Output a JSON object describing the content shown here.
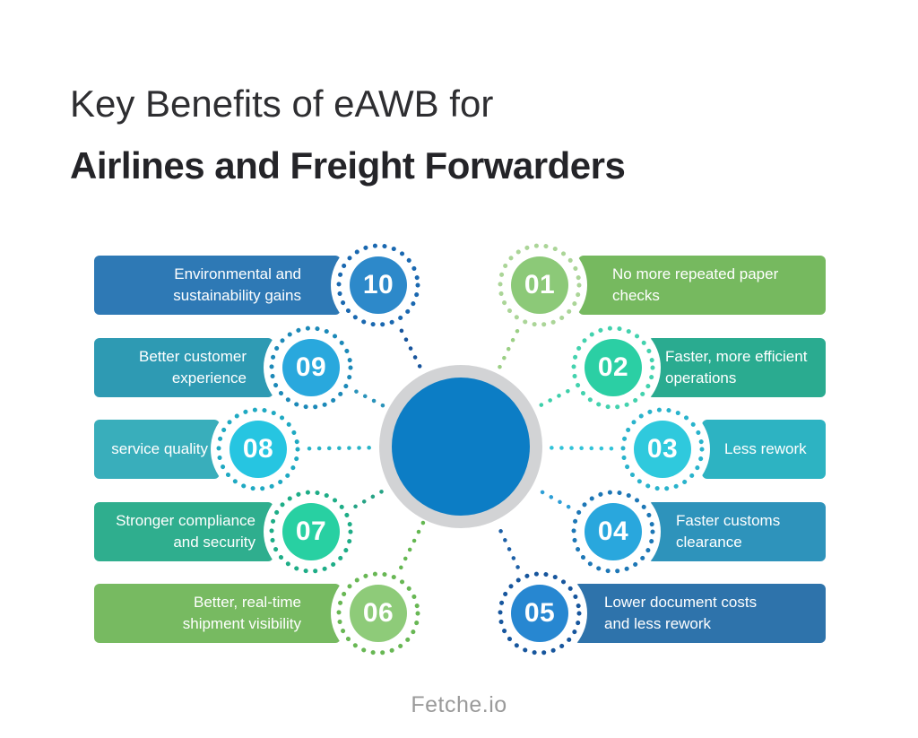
{
  "title": {
    "line1": "Key Benefits of eAWB for",
    "line2": "Airlines and Freight Forwarders"
  },
  "hub": {
    "fill_color": "#0c7dc5",
    "ring_color": "#d2d3d5"
  },
  "items": [
    {
      "number": "01",
      "label": "No more repeated paper\nchecks",
      "bar_color": "#76b95f",
      "badge_color": "#8cc978",
      "ring_color": "#abd598",
      "line_color": "#9bcf85"
    },
    {
      "number": "02",
      "label": "Faster, more efficient\noperations",
      "bar_color": "#2aab90",
      "badge_color": "#2bcfa4",
      "ring_color": "#43d2ae",
      "line_color": "#3ecfaa"
    },
    {
      "number": "03",
      "label": "Less rework",
      "bar_color": "#2db3c2",
      "badge_color": "#2fc9dd",
      "ring_color": "#29b3cc",
      "line_color": "#32c3d8"
    },
    {
      "number": "04",
      "label": "Faster customs\nclearance",
      "bar_color": "#2e93bb",
      "badge_color": "#29a7dd",
      "ring_color": "#1d77b6",
      "line_color": "#2d9ed6"
    },
    {
      "number": "05",
      "label": "Lower document costs\nand less rework",
      "bar_color": "#2e73ab",
      "badge_color": "#2787d1",
      "ring_color": "#17569d",
      "line_color": "#1c5fa6"
    },
    {
      "number": "06",
      "label": "Better, real-time\nshipment visibility",
      "bar_color": "#77ba61",
      "badge_color": "#8ecb79",
      "ring_color": "#68b754",
      "line_color": "#64b751"
    },
    {
      "number": "07",
      "label": "Stronger compliance\nand security",
      "bar_color": "#2fae8e",
      "badge_color": "#28d0a2",
      "ring_color": "#1ead87",
      "line_color": "#26a385"
    },
    {
      "number": "08",
      "label": "service quality",
      "bar_color": "#39aebb",
      "badge_color": "#26c5e1",
      "ring_color": "#1fa9c2",
      "line_color": "#28b4c8"
    },
    {
      "number": "09",
      "label": "Better customer\nexperience",
      "bar_color": "#2e9ab3",
      "badge_color": "#29a8dd",
      "ring_color": "#1c89b8",
      "line_color": "#2a93ba"
    },
    {
      "number": "10",
      "label": "Environmental and\nsustainability gains",
      "bar_color": "#2e79b5",
      "badge_color": "#2d89ca",
      "ring_color": "#1a68b0",
      "line_color": "#17549c"
    }
  ],
  "footer": {
    "brand": "Fetche.io"
  }
}
